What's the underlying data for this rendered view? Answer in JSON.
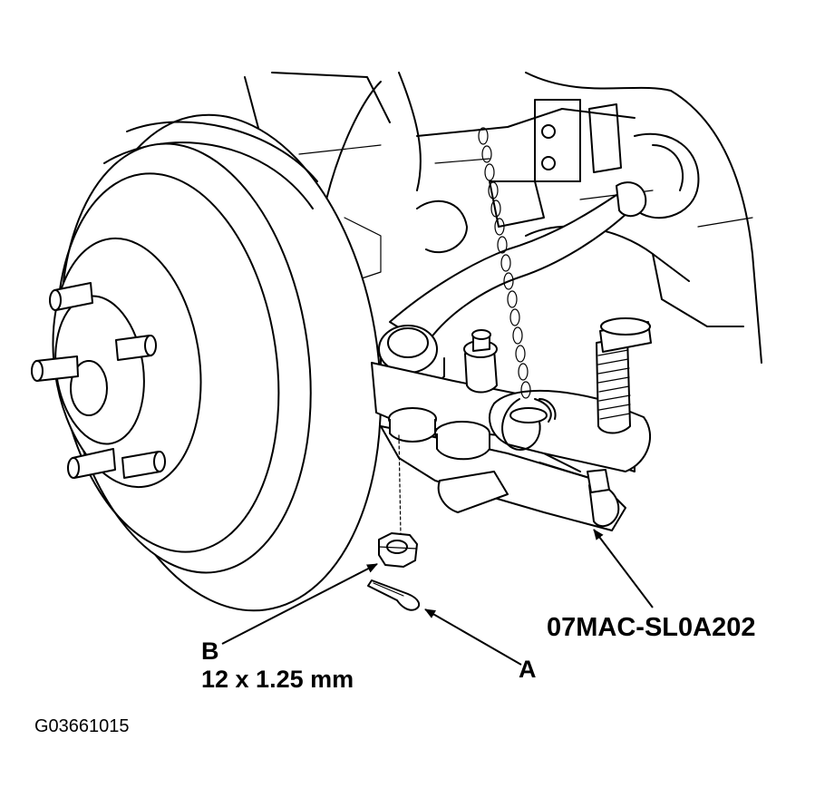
{
  "labels": {
    "part_b_letter": "B",
    "part_b_size": "12 x 1.25 mm",
    "part_a_letter": "A",
    "tool_number": "07MAC-SL0A202",
    "figure_id": "G03661015"
  },
  "colors": {
    "line": "#000000",
    "background": "#ffffff"
  }
}
